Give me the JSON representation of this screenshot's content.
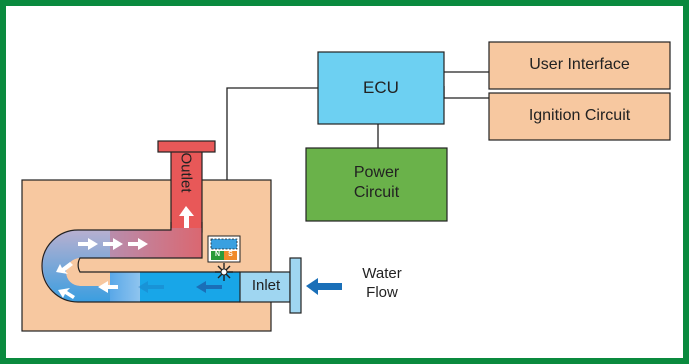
{
  "colors": {
    "border": "#0a8a3e",
    "ecu_box": "#6dd0f2",
    "orange_box": "#f7c8a0",
    "green_box": "#6ab24a",
    "housing": "#f7c8a0",
    "hot": "#e9595a",
    "cold": "#18a6e8",
    "inlet": "#9fd6f1",
    "arrow_blue": "#1a6fb8"
  },
  "blocks": {
    "ecu": "ECU",
    "user_interface": "User Interface",
    "ignition_circuit": "Ignition Circuit",
    "power_circuit_line1": "Power",
    "power_circuit_line2": "Circuit"
  },
  "heater": {
    "outlet": "Outlet",
    "inlet": "Inlet",
    "magnet_n": "N",
    "magnet_s": "S"
  },
  "water_flow": {
    "line1": "Water",
    "line2": "Flow"
  }
}
